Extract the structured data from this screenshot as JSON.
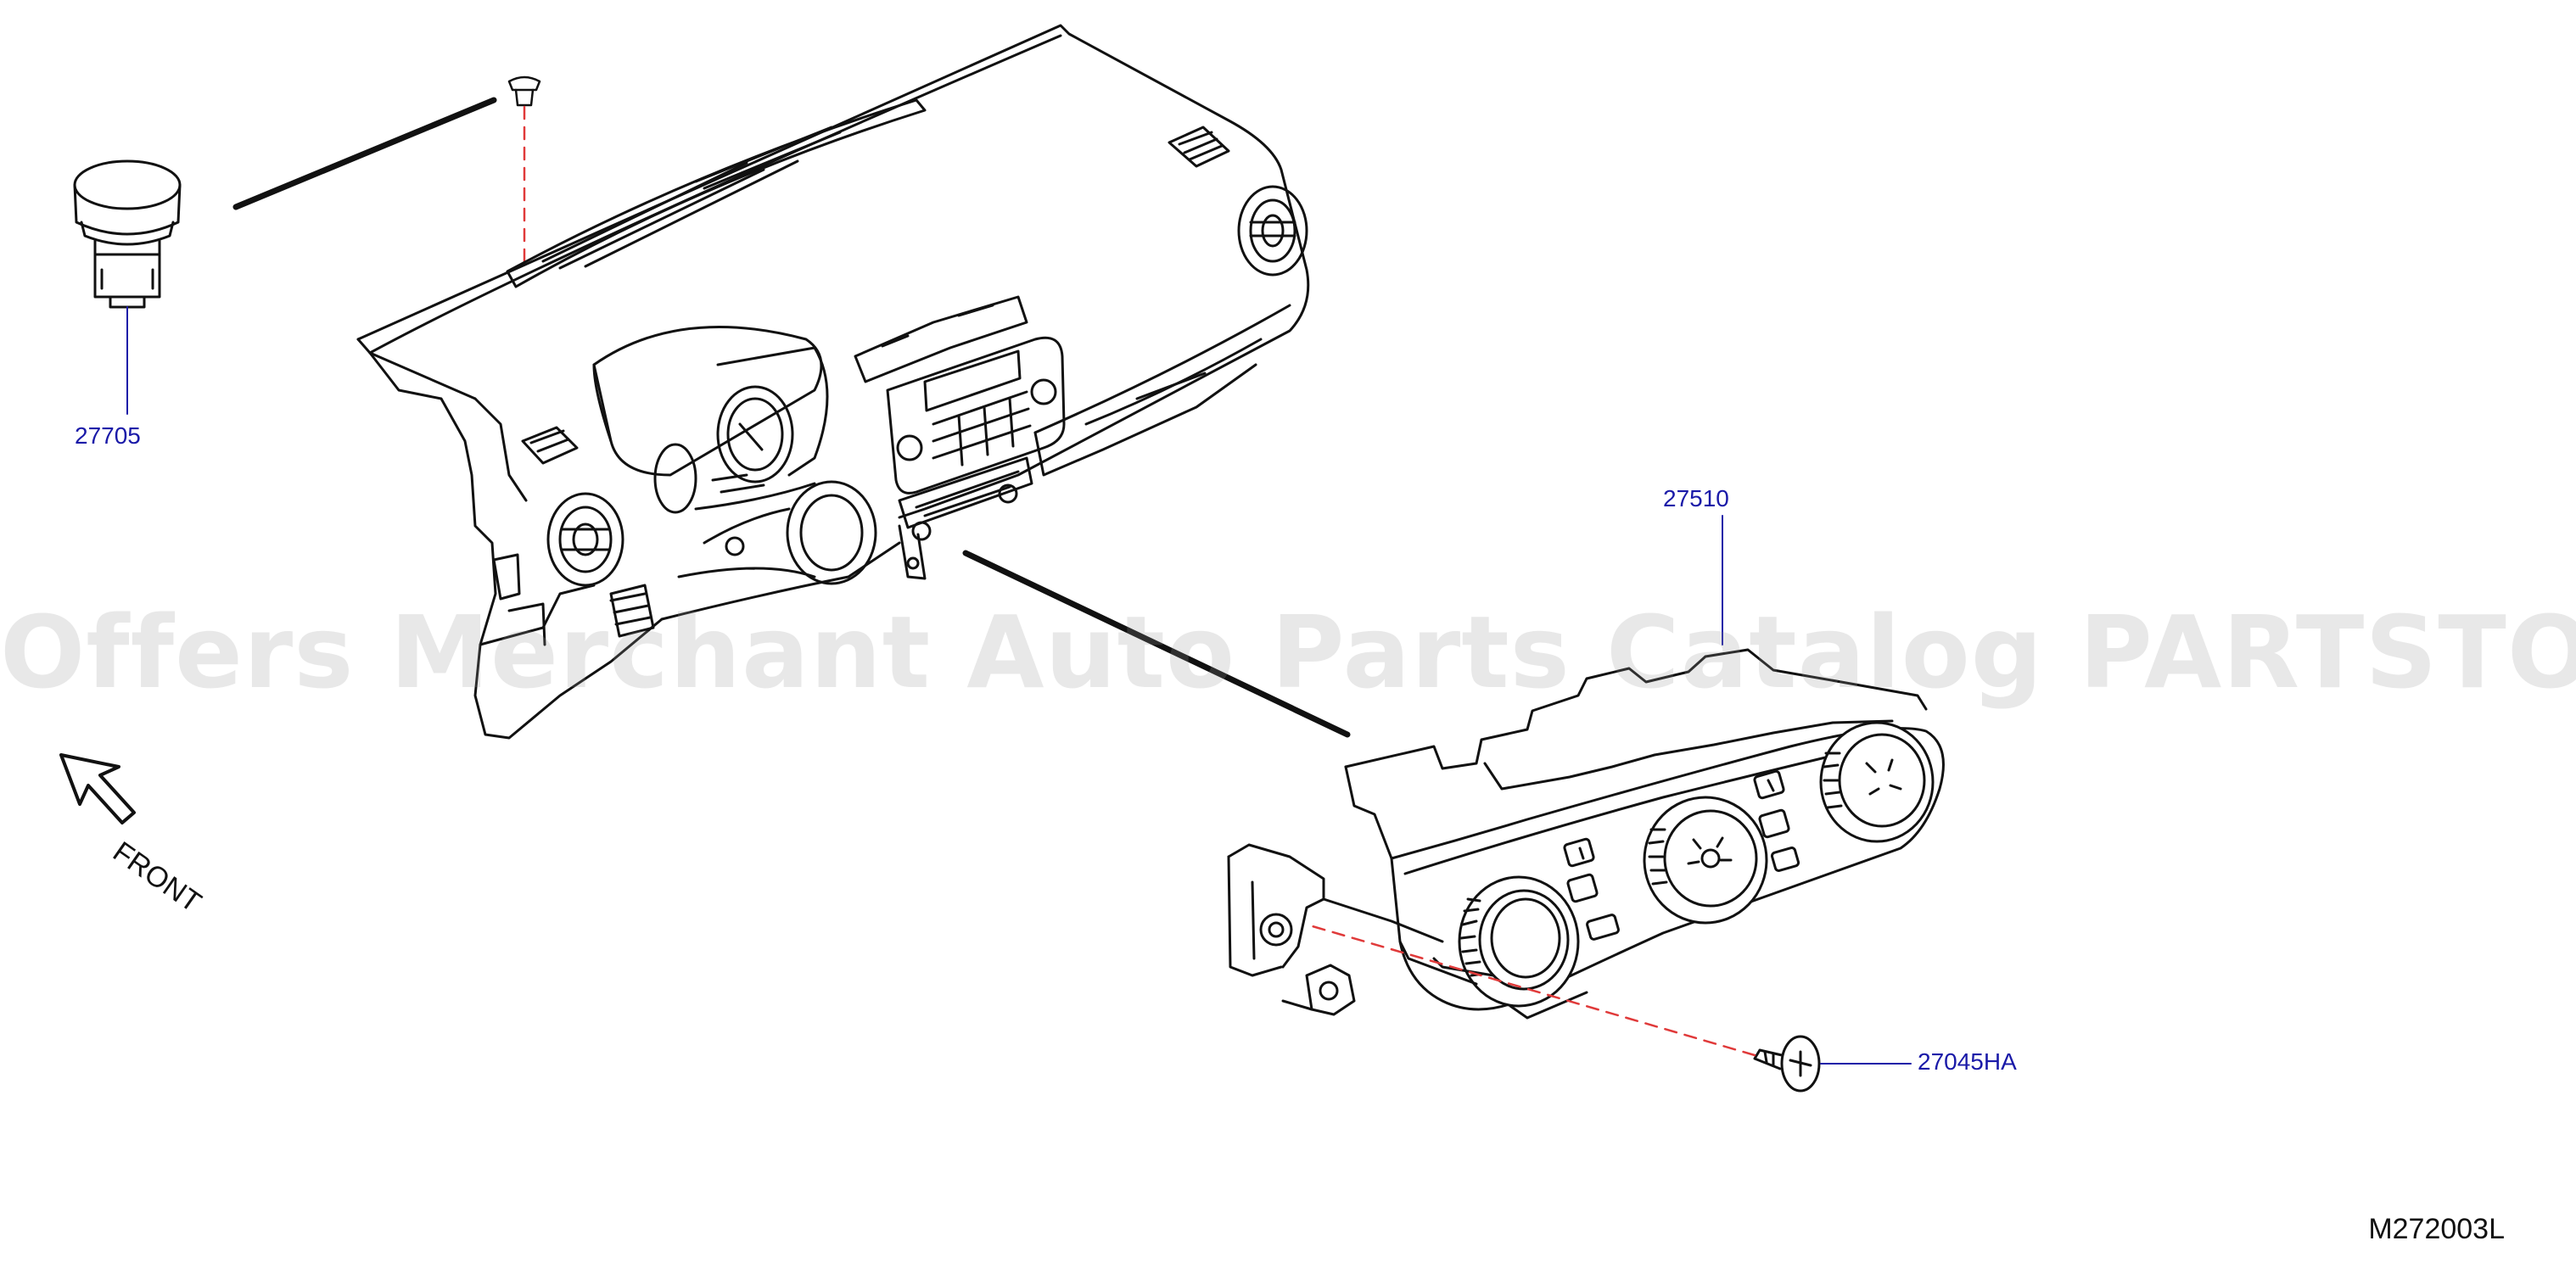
{
  "diagram": {
    "id_code": "M272003L",
    "front_label": "FRONT",
    "watermark": "Offers Merchant Auto Parts Catalog PARTSTORE.SA",
    "callouts": [
      {
        "key": "clip",
        "part_number": "27705"
      },
      {
        "key": "control_unit",
        "part_number": "27510"
      },
      {
        "key": "screw",
        "part_number": "27045HA"
      }
    ]
  },
  "colors": {
    "line": "#111111",
    "callout": "#1a1aa8",
    "dashed": "#e03a3a",
    "watermark": "#9a9a9a",
    "background": "#ffffff"
  }
}
